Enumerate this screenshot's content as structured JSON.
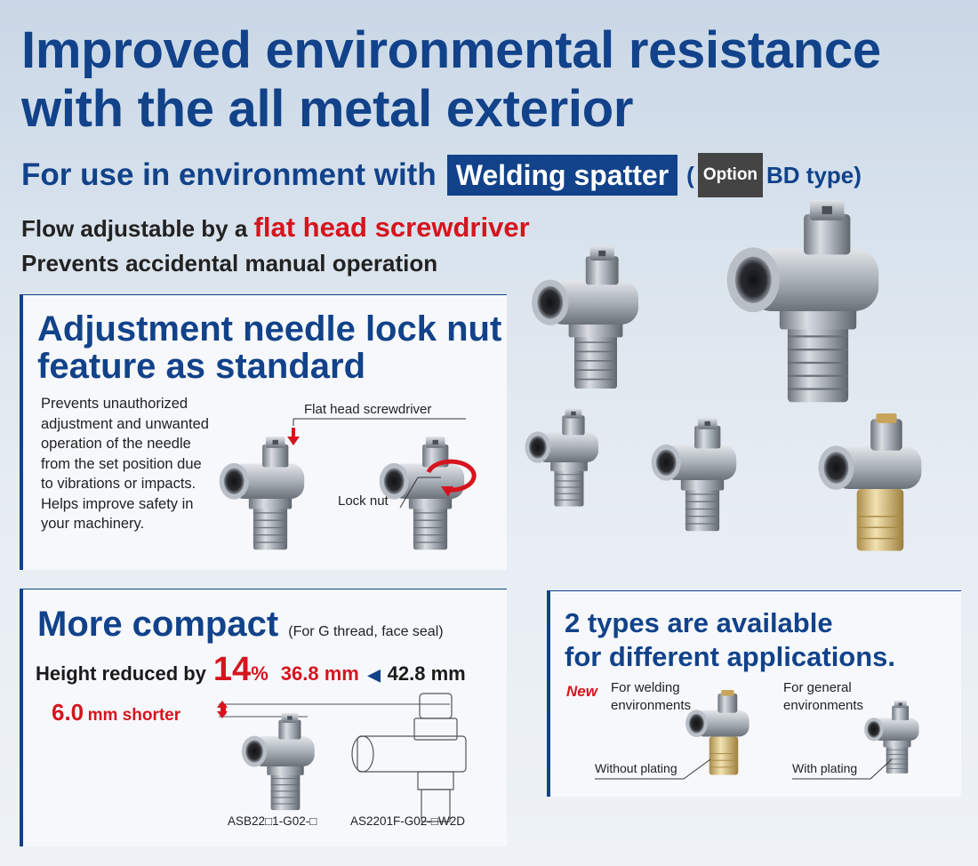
{
  "header": {
    "title_line1": "Improved environmental resistance",
    "title_line2": "with the all metal exterior",
    "subtitle_prefix": "For use in environment with",
    "welding_badge": "Welding spatter",
    "option_open": "(",
    "option_tag": "Option",
    "option_text": "BD type)",
    "flow_prefix": "Flow adjustable by a",
    "flow_highlight": "flat head screwdriver",
    "prevent_line": "Prevents accidental manual operation"
  },
  "lock_panel": {
    "title": "Adjustment needle lock nut feature as standard",
    "description": "Prevents unauthorized adjustment and unwanted operation of the needle from the set position due to vibrations or impacts. Helps improve safety in your machinery.",
    "callout_screwdriver": "Flat head screwdriver",
    "callout_locknut": "Lock nut"
  },
  "compact_panel": {
    "title": "More compact",
    "title_note": "(For G thread, face seal)",
    "height_prefix": "Height reduced by",
    "percent_number": "14",
    "percent_sign": "%",
    "new_height": "36.8 mm",
    "arrow": "◀",
    "old_height": "42.8 mm",
    "shorter_number": "6.0",
    "shorter_text": "mm shorter",
    "model_new": "ASB22□1-G02-□",
    "model_old": "AS2201F-G02-□W2D"
  },
  "types_panel": {
    "title_line1": "2 types are available",
    "title_line2": "for different applications.",
    "new_badge": "New",
    "welding_label_line1": "For welding",
    "welding_label_line2": "environments",
    "general_label_line1": "For general",
    "general_label_line2": "environments",
    "without_plating": "Without plating",
    "with_plating": "With plating"
  },
  "colors": {
    "navy": "#11428a",
    "red": "#d6141e",
    "metal": "#a9b0b8",
    "brass": "#d6c08a"
  }
}
